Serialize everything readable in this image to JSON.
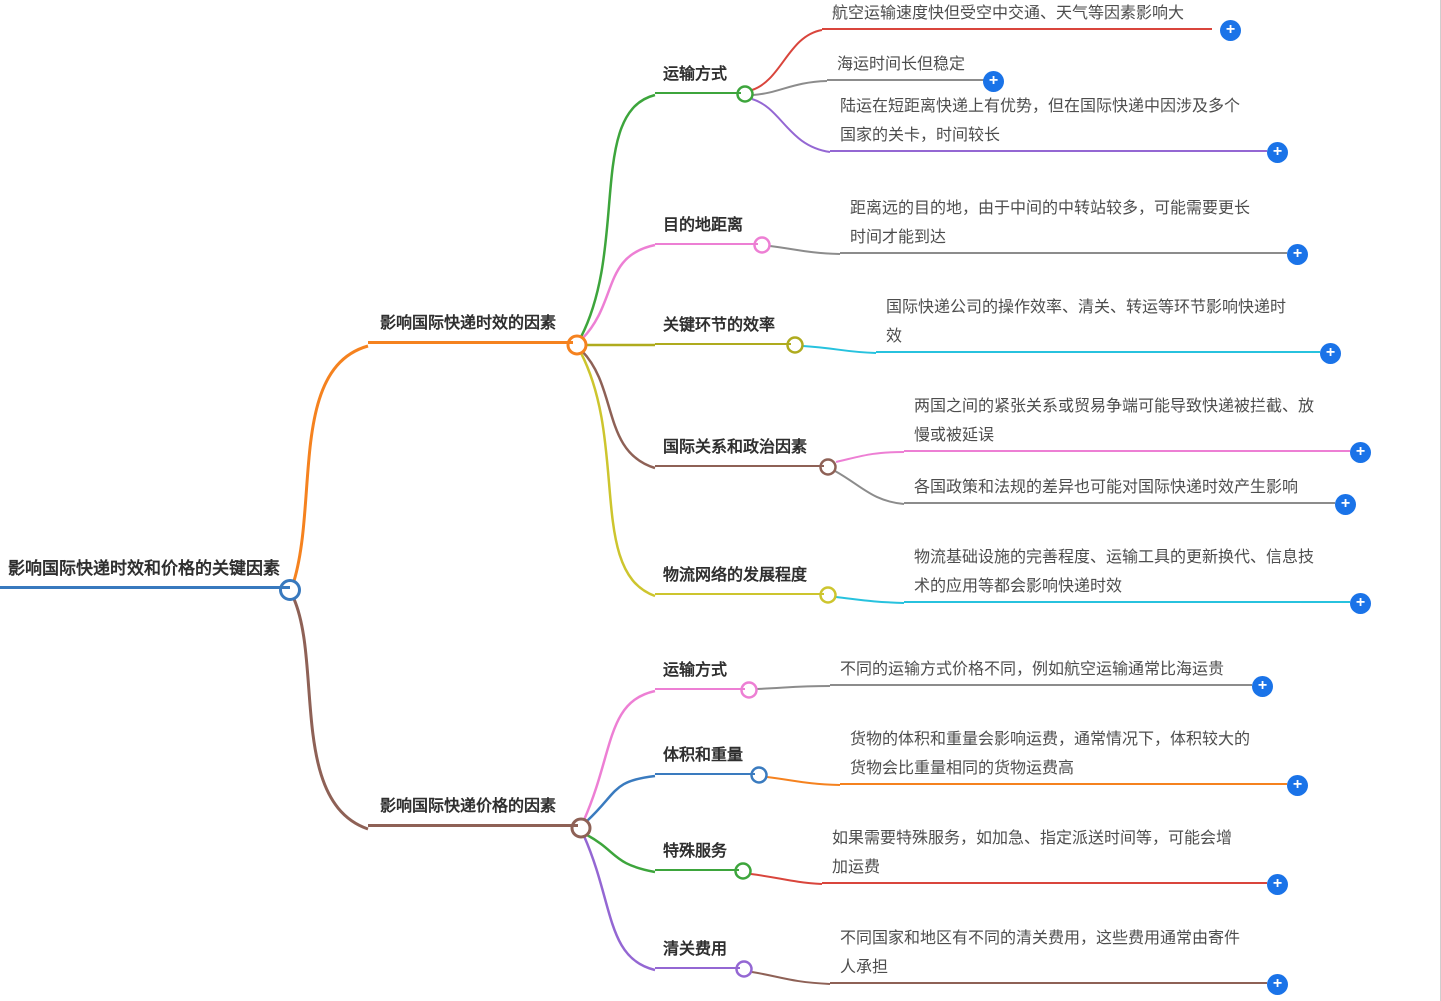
{
  "palette": {
    "root_blue": "#3879BE",
    "orange": "#F5821F",
    "brown": "#8E6156",
    "green": "#3DA53C",
    "pink": "#ED7FD4",
    "olive": "#AFAB1E",
    "yellow": "#CDC52E",
    "cyan": "#27C2DE",
    "red": "#D9453C",
    "gray": "#8C8C8C",
    "purple": "#9467D3",
    "blue": "#3A7BBF",
    "plus_button_blue": "#1A73E8",
    "background": "#FFFFFF"
  },
  "icons": {
    "expand_icon": "+"
  },
  "mindmap": {
    "root": {
      "label": "影响国际快递时效和价格的关键因素"
    },
    "branches": [
      {
        "label": "影响国际快递时效的因素",
        "children": [
          {
            "label": "运输方式",
            "leaves": [
              {
                "text": "航空运输速度快但受空中交通、天气等因素影响大"
              },
              {
                "text": "海运时间长但稳定"
              },
              {
                "text": "陆运在短距离快递上有优势，但在国际快递中因涉及多个\n国家的关卡，时间较长"
              }
            ]
          },
          {
            "label": "目的地距离",
            "leaves": [
              {
                "text": "距离远的目的地，由于中间的中转站较多，可能需要更长\n时间才能到达"
              }
            ]
          },
          {
            "label": "关键环节的效率",
            "leaves": [
              {
                "text": "国际快递公司的操作效率、清关、转运等环节影响快递时\n效"
              }
            ]
          },
          {
            "label": "国际关系和政治因素",
            "leaves": [
              {
                "text": "两国之间的紧张关系或贸易争端可能导致快递被拦截、放\n慢或被延误"
              },
              {
                "text": "各国政策和法规的差异也可能对国际快递时效产生影响"
              }
            ]
          },
          {
            "label": "物流网络的发展程度",
            "leaves": [
              {
                "text": "物流基础设施的完善程度、运输工具的更新换代、信息技\n术的应用等都会影响快递时效"
              }
            ]
          }
        ]
      },
      {
        "label": "影响国际快递价格的因素",
        "children": [
          {
            "label": "运输方式",
            "leaves": [
              {
                "text": "不同的运输方式价格不同，例如航空运输通常比海运贵"
              }
            ]
          },
          {
            "label": "体积和重量",
            "leaves": [
              {
                "text": "货物的体积和重量会影响运费，通常情况下，体积较大的\n货物会比重量相同的货物运费高"
              }
            ]
          },
          {
            "label": "特殊服务",
            "leaves": [
              {
                "text": "如果需要特殊服务，如加急、指定派送时间等，可能会增\n加运费"
              }
            ]
          },
          {
            "label": "清关费用",
            "leaves": [
              {
                "text": "不同国家和地区有不同的清关费用，这些费用通常由寄件\n人承担"
              }
            ]
          }
        ]
      }
    ]
  }
}
